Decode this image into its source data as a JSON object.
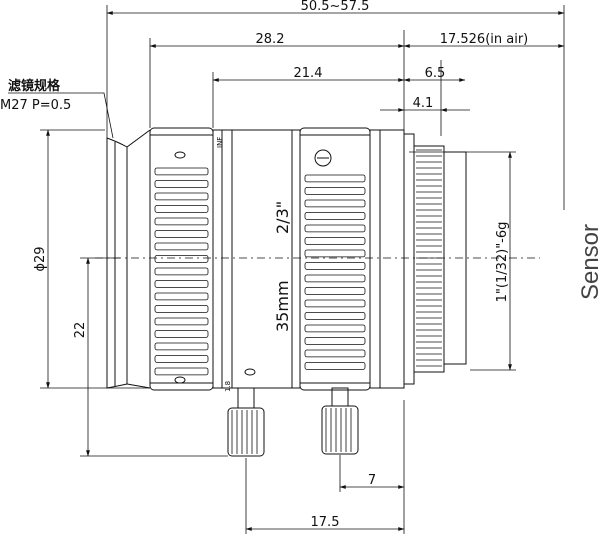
{
  "dimensions": {
    "total_length": "50.5~57.5",
    "length_to_mount": "28.2",
    "flange_back": "17.526(in air)",
    "body_length": "21.4",
    "mount_length": "6.5",
    "thread_length": "4.1",
    "diameter": "ϕ29",
    "center_height": "22",
    "screw_spacing": "7",
    "screw_to_sensor": "17.5",
    "mount_thread": "1\"(1/32)\"-6g"
  },
  "filter": {
    "label": "滤镜规格",
    "spec": "M27 P=0.5"
  },
  "lens_labels": {
    "format": "2/3\"",
    "focal_length": "35mm",
    "focus_scale": "INF",
    "iris_scale": "1.8"
  },
  "sensor_label": "Sensor"
}
